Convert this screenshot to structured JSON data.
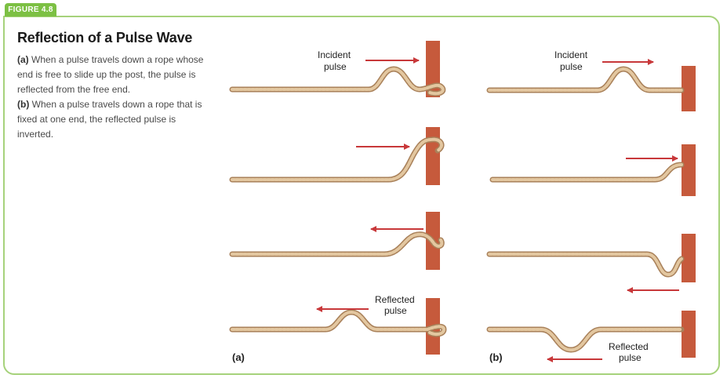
{
  "figure": {
    "tag": "FIGURE 4.8",
    "title": "Reflection of a Pulse Wave",
    "caption_a_label": "(a)",
    "caption_a_text": "When a pulse travels down a rope whose end is free to slide up the post, the pulse is reflected from the free end.",
    "caption_b_label": "(b)",
    "caption_b_text": "When a pulse travels down a rope that is fixed at one end, the reflected pulse is inverted."
  },
  "labels": {
    "incident_a_line1": "Incident",
    "incident_a_line2": "pulse",
    "incident_b_line1": "Incident",
    "incident_b_line2": "pulse",
    "reflected_a_line1": "Reflected",
    "reflected_a_line2": "pulse",
    "reflected_b_line1": "Reflected",
    "reflected_b_line2": "pulse",
    "panel_a": "(a)",
    "panel_b": "(b)"
  },
  "colors": {
    "rope": "#d6b48a",
    "rope_dark": "#a9815a",
    "post": "#c65a3c",
    "arrow": "#c8383a",
    "frame": "#a6d27b",
    "tab": "#7cc043"
  }
}
